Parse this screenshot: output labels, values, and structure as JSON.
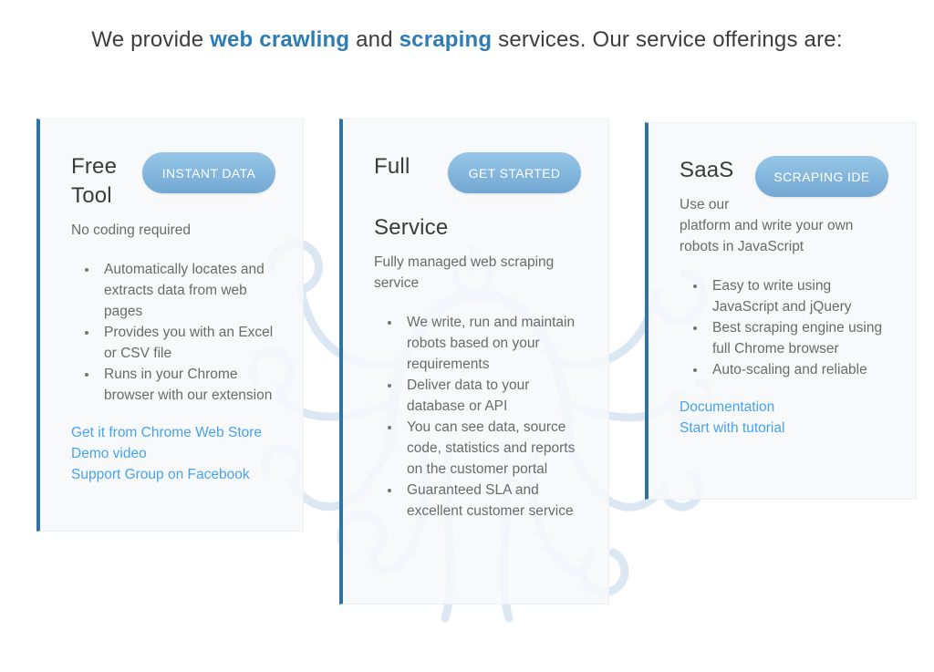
{
  "headline": {
    "pre": "We provide ",
    "highlight1": "web crawling",
    "mid": " and ",
    "highlight2": "scraping",
    "post": " services. Our service offerings are:"
  },
  "cards": [
    {
      "title": "Free Tool",
      "button_label": "INSTANT DATA",
      "subtitle": "No coding required",
      "bullets": [
        "Automatically locates and extracts data from web pages",
        "Provides you with an Excel or CSV file",
        "Runs in your Chrome browser with our extension"
      ],
      "links": [
        "Get it from Chrome Web Store",
        "Demo video",
        "Support Group on Facebook"
      ]
    },
    {
      "title": "Full Service",
      "button_label": "GET STARTED",
      "subtitle": "Fully managed web scraping service",
      "bullets": [
        "We write, run and maintain robots based on your requirements",
        "Deliver data to your database or API",
        "You can see data, source code, statistics and reports on the customer portal",
        "Guaranteed SLA and excellent customer service"
      ],
      "links": []
    },
    {
      "title": "SaaS",
      "button_label": "SCRAPING IDE",
      "subtitle": "Use our platform and write your own robots in JavaScript",
      "bullets": [
        "Easy to write using JavaScript and jQuery",
        "Best scraping engine using full Chrome browser",
        "Auto-scaling and reliable"
      ],
      "links": [
        "Documentation",
        "Start with tutorial"
      ]
    }
  ],
  "colors": {
    "highlight_blue": "#2d7cb5",
    "link_blue": "#47a3ee",
    "button_gradient_top": "#96c6e7",
    "button_gradient_bottom": "#73a8d3",
    "card_accent_border": "#2f74a7",
    "heading_text": "#3d3d3d",
    "body_text": "#6b6b6b",
    "card_background": "#f7f8f9",
    "illustration_blue": "#dbe8f4"
  }
}
